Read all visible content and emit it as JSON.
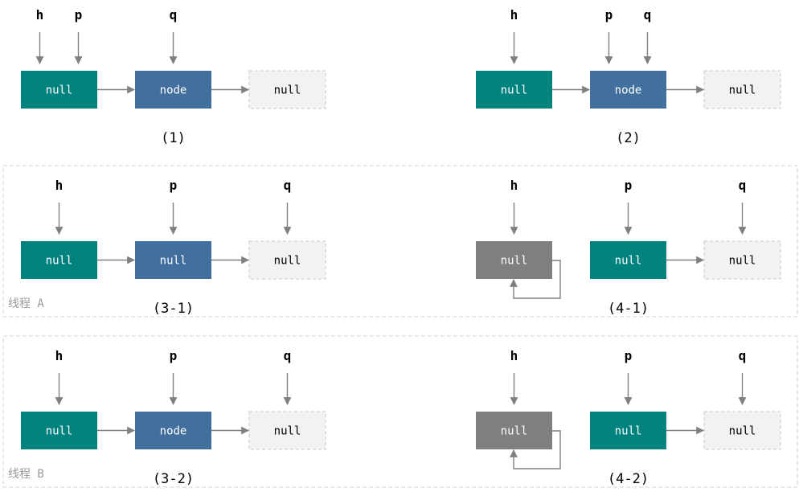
{
  "colors": {
    "teal": "#00827f",
    "blue": "#41709e",
    "gray": "#7f7f7f",
    "empty_fill": "#f2f2f2",
    "empty_border": "#c8c8c8",
    "arrow": "#7f7f7f",
    "panel_border": "#d3d3d3",
    "thread_label": "#999999"
  },
  "panels": [
    {
      "label": "线程 A"
    },
    {
      "label": "线程 B"
    }
  ],
  "diagrams": [
    {
      "caption": "(1)",
      "nodes": [
        {
          "text": "null",
          "style": "teal"
        },
        {
          "text": "node",
          "style": "blue"
        },
        {
          "text": "null",
          "style": "empty"
        }
      ],
      "pointers": [
        {
          "name": "h",
          "target": 0
        },
        {
          "name": "p",
          "target": 0
        },
        {
          "name": "q",
          "target": 1
        }
      ],
      "self_loop": false
    },
    {
      "caption": "(2)",
      "nodes": [
        {
          "text": "null",
          "style": "teal"
        },
        {
          "text": "node",
          "style": "blue"
        },
        {
          "text": "null",
          "style": "empty"
        }
      ],
      "pointers": [
        {
          "name": "h",
          "target": 0
        },
        {
          "name": "p",
          "target": 1
        },
        {
          "name": "q",
          "target": 1
        }
      ],
      "self_loop": false
    },
    {
      "caption": "(3-1)",
      "nodes": [
        {
          "text": "null",
          "style": "teal"
        },
        {
          "text": "null",
          "style": "blue"
        },
        {
          "text": "null",
          "style": "empty"
        }
      ],
      "pointers": [
        {
          "name": "h",
          "target": 0
        },
        {
          "name": "p",
          "target": 1
        },
        {
          "name": "q",
          "target": 2
        }
      ],
      "self_loop": false
    },
    {
      "caption": "(4-1)",
      "nodes": [
        {
          "text": "null",
          "style": "gray"
        },
        {
          "text": "null",
          "style": "teal"
        },
        {
          "text": "null",
          "style": "empty"
        }
      ],
      "pointers": [
        {
          "name": "h",
          "target": 0
        },
        {
          "name": "p",
          "target": 1
        },
        {
          "name": "q",
          "target": 2
        }
      ],
      "self_loop": true
    },
    {
      "caption": "(3-2)",
      "nodes": [
        {
          "text": "null",
          "style": "teal"
        },
        {
          "text": "node",
          "style": "blue"
        },
        {
          "text": "null",
          "style": "empty"
        }
      ],
      "pointers": [
        {
          "name": "h",
          "target": 0
        },
        {
          "name": "p",
          "target": 1
        },
        {
          "name": "q",
          "target": 2
        }
      ],
      "self_loop": false
    },
    {
      "caption": "(4-2)",
      "nodes": [
        {
          "text": "null",
          "style": "gray"
        },
        {
          "text": "null",
          "style": "teal"
        },
        {
          "text": "null",
          "style": "empty"
        }
      ],
      "pointers": [
        {
          "name": "h",
          "target": 0
        },
        {
          "name": "p",
          "target": 1
        },
        {
          "name": "q",
          "target": 2
        }
      ],
      "self_loop": true
    }
  ]
}
